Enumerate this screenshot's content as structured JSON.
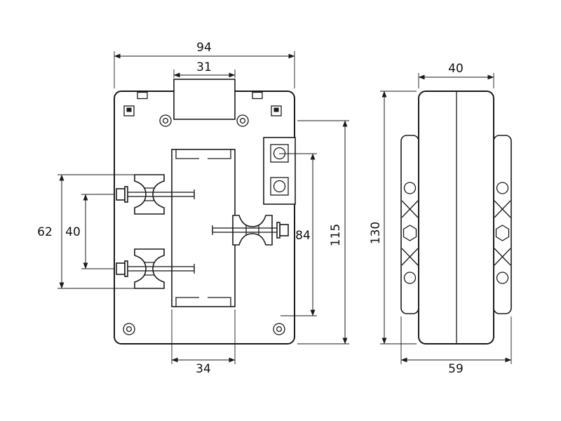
{
  "dimensions": {
    "front_overall_width": "94",
    "busbar_slot_width": "31",
    "clamp_outer_span": "62",
    "screw_axis_spacing": "40",
    "terminal_to_base": "84",
    "front_height_inner": "115",
    "window_width": "34",
    "side_body_width": "40",
    "overall_height": "130",
    "side_overall_depth": "59"
  }
}
